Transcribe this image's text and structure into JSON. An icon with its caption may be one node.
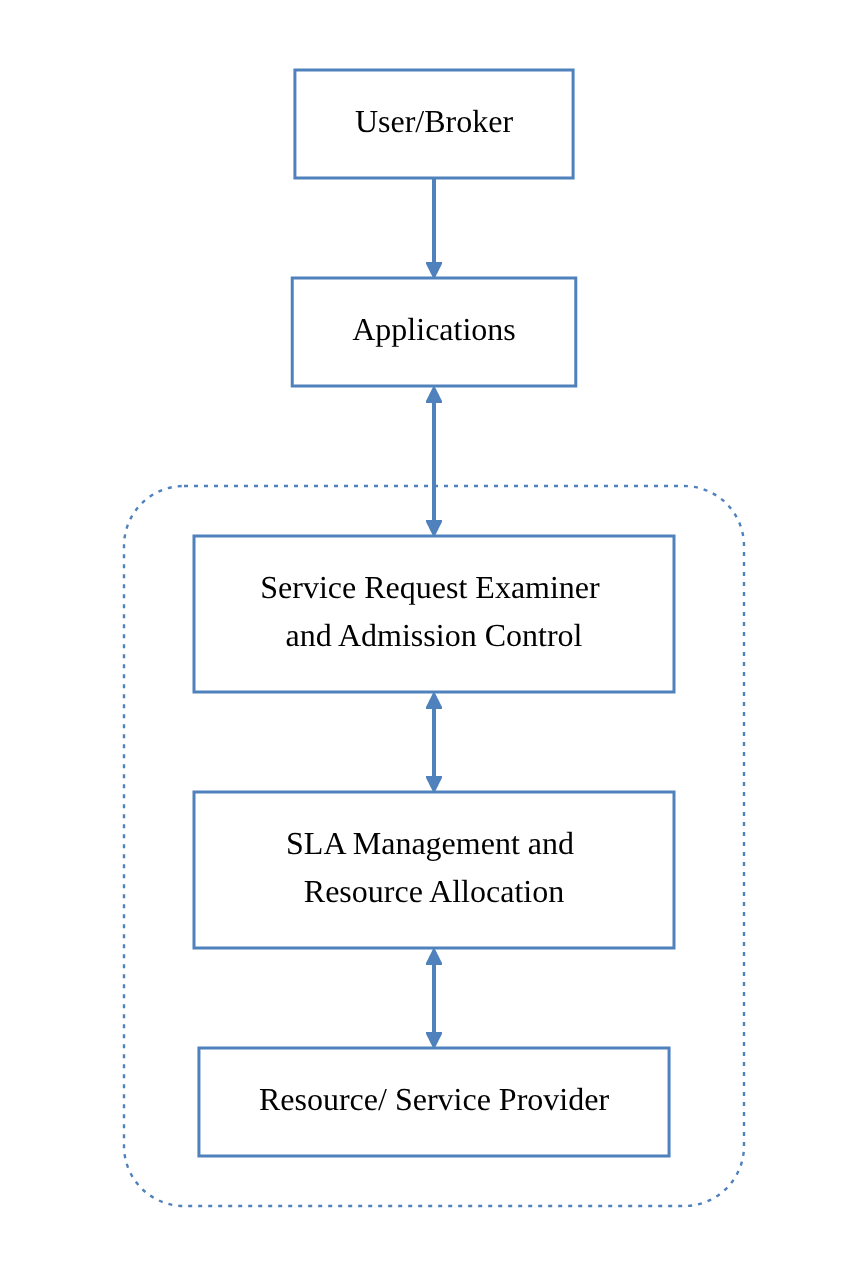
{
  "diagram": {
    "nodes": [
      {
        "text": [
          "User/Broker"
        ]
      },
      {
        "text": [
          "Applications"
        ]
      },
      {
        "text": [],
        "shape": "box"
      },
      {
        "text": [
          "Service Request Examiner and Admission Control"
        ],
        "in": 2
      },
      {
        "text": [
          "SLA Management and Resource Allocation"
        ],
        "in": 2
      },
      {
        "text": [
          "Resource/ Service Provider"
        ],
        "in": 2
      }
    ],
    "edges": [
      {
        "from": 0,
        "to": 1,
        "arrow": "to"
      },
      {
        "from": 1,
        "to": 3,
        "arrow": "both"
      },
      {
        "from": 3,
        "to": 4,
        "arrow": "both"
      },
      {
        "from": 4,
        "to": 5,
        "arrow": "both"
      }
    ]
  }
}
